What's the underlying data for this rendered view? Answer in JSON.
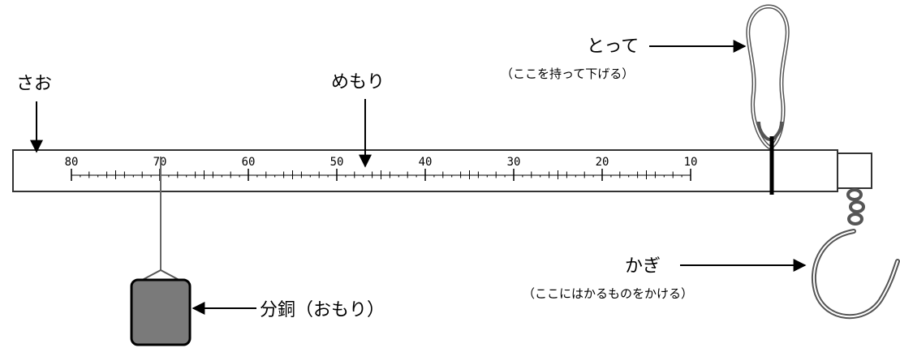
{
  "labels": {
    "sao": "さお",
    "memori": "めもり",
    "totte": "とって",
    "totte_note": "（ここを持って下げる）",
    "kagi": "かぎ",
    "kagi_note": "（ここにはかるものをかける）",
    "fundou": "分銅（おもり）"
  },
  "scale": {
    "numbers": [
      "80",
      "70",
      "60",
      "50",
      "40",
      "30",
      "20",
      "10"
    ]
  },
  "colors": {
    "weight_fill": "#7a7a7a",
    "line": "#000000",
    "bar_stroke": "#333333"
  },
  "icons": {
    "weight": "weight-block-icon",
    "hook": "hook-icon",
    "handle": "handle-loop-icon"
  }
}
